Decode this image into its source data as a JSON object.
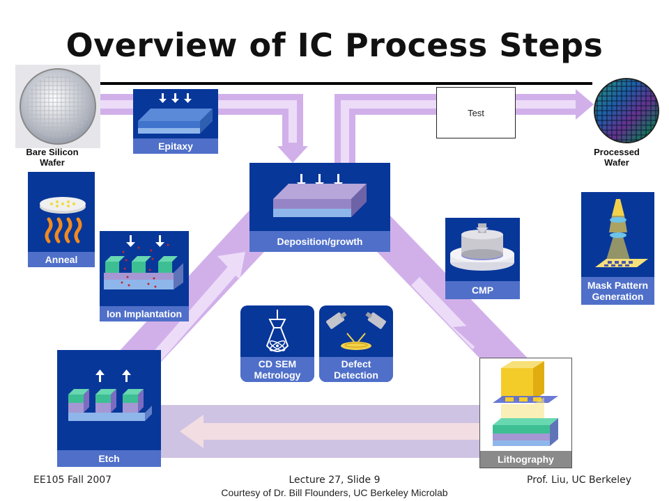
{
  "title": "Overview of IC Process Steps",
  "steps": {
    "bare_wafer": "Bare Silicon\nWafer",
    "epitaxy": "Epitaxy",
    "test": "Test",
    "processed_wafer": "Processed\nWafer",
    "deposition": "Deposition/growth",
    "anneal": "Anneal",
    "ion_implantation": "Ion Implantation",
    "cmp": "CMP",
    "mask_pattern": "Mask Pattern\nGeneration",
    "cd_sem": "CD SEM\nMetrology",
    "defect_detection": "Defect\nDetection",
    "etch": "Etch",
    "lithography": "Lithography"
  },
  "footer": {
    "course": "EE105 Fall 2007",
    "slide": "Lecture 27, Slide 9",
    "author": "Prof. Liu, UC Berkeley",
    "courtesy": "Courtesy of Dr. Bill Flounders, UC Berkeley Microlab"
  },
  "colors": {
    "box_blue": "#08379a",
    "label_blue": "#4f6fc9",
    "arrow_purple": "#d1b0ea",
    "arrow_light": "#ecdcf8",
    "title": "#111111"
  }
}
